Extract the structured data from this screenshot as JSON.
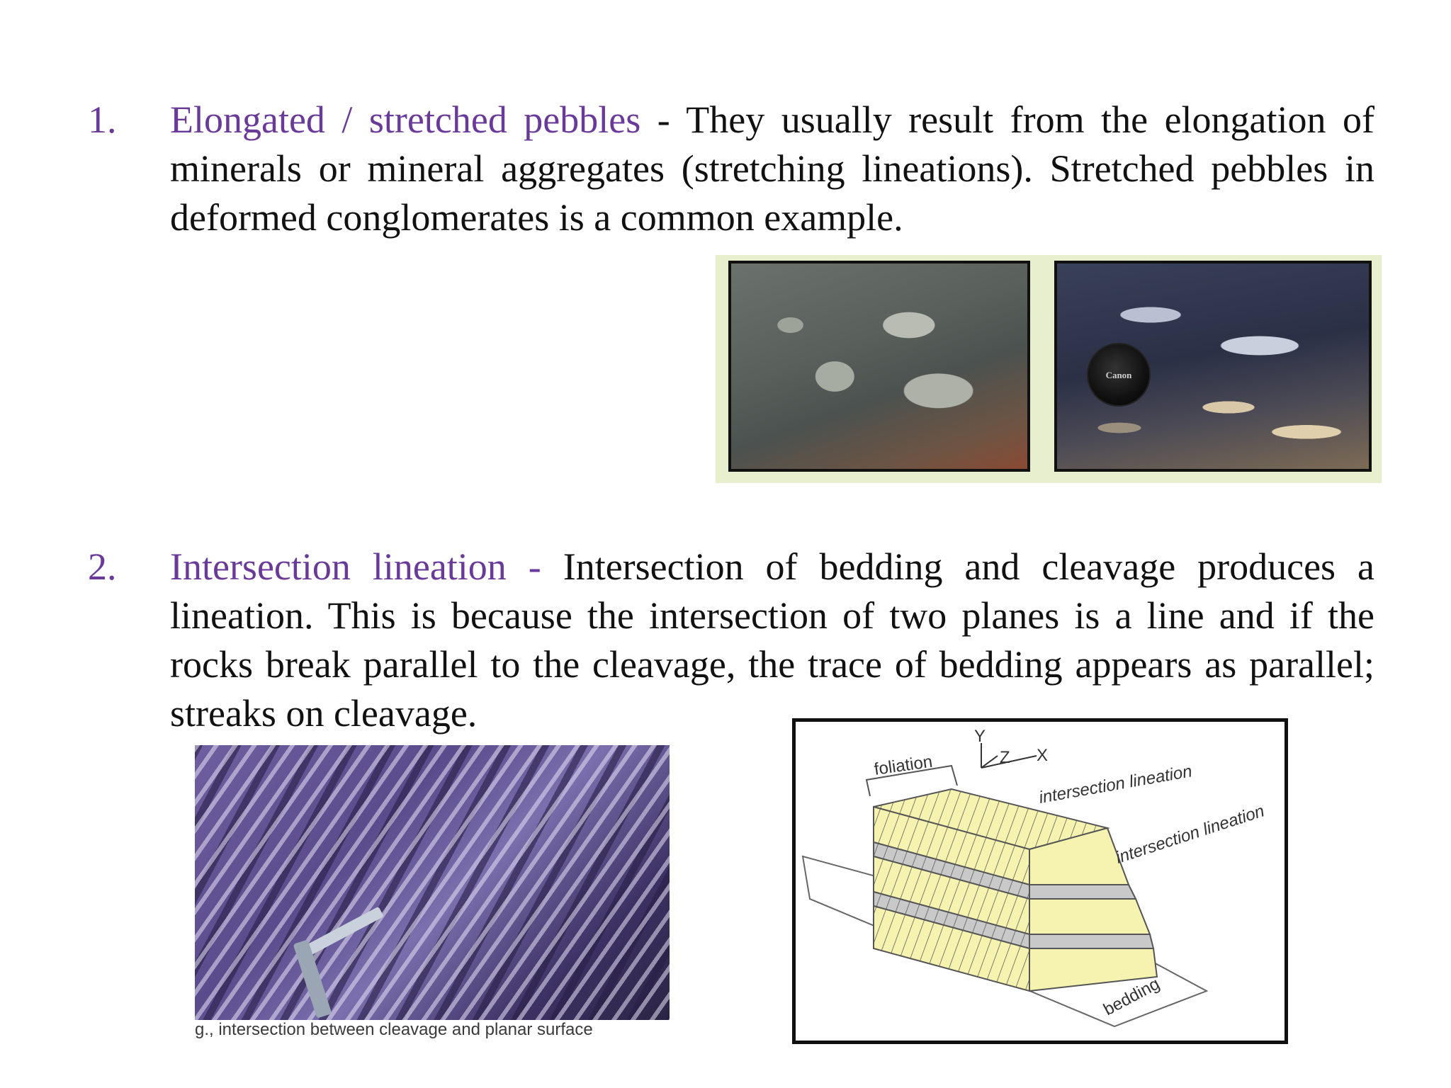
{
  "items": [
    {
      "number": "1.",
      "term": "Elongated / stretched pebbles",
      "text": " - They usually result from the elongation of minerals or mineral aggregates (stretching lineations). Stretched pebbles in deformed conglomerates is a common example."
    },
    {
      "number": "2.",
      "term": "Intersection lineation -",
      "text": " Intersection of bedding and cleavage produces a lineation. This is because the intersection of two planes is a line and if the rocks break parallel to the cleavage, the trace of bedding appears as parallel; streaks on cleavage."
    }
  ],
  "photo1": {
    "lens_cap_label": "Canon"
  },
  "photo2": {
    "caption": "g., intersection between cleavage and planar surface"
  },
  "diagram": {
    "label_foliation": "foliation",
    "axis_y": "Y",
    "axis_z": "Z",
    "axis_x": "X",
    "label_intersection_top": "intersection lineation",
    "label_intersection_side": "intersection lineation",
    "label_bedding": "bedding"
  },
  "colors": {
    "term": "#6a3a9a",
    "text": "#111111",
    "diagram_yellow": "#f6f3b0",
    "diagram_grey": "#c9c9c9"
  }
}
